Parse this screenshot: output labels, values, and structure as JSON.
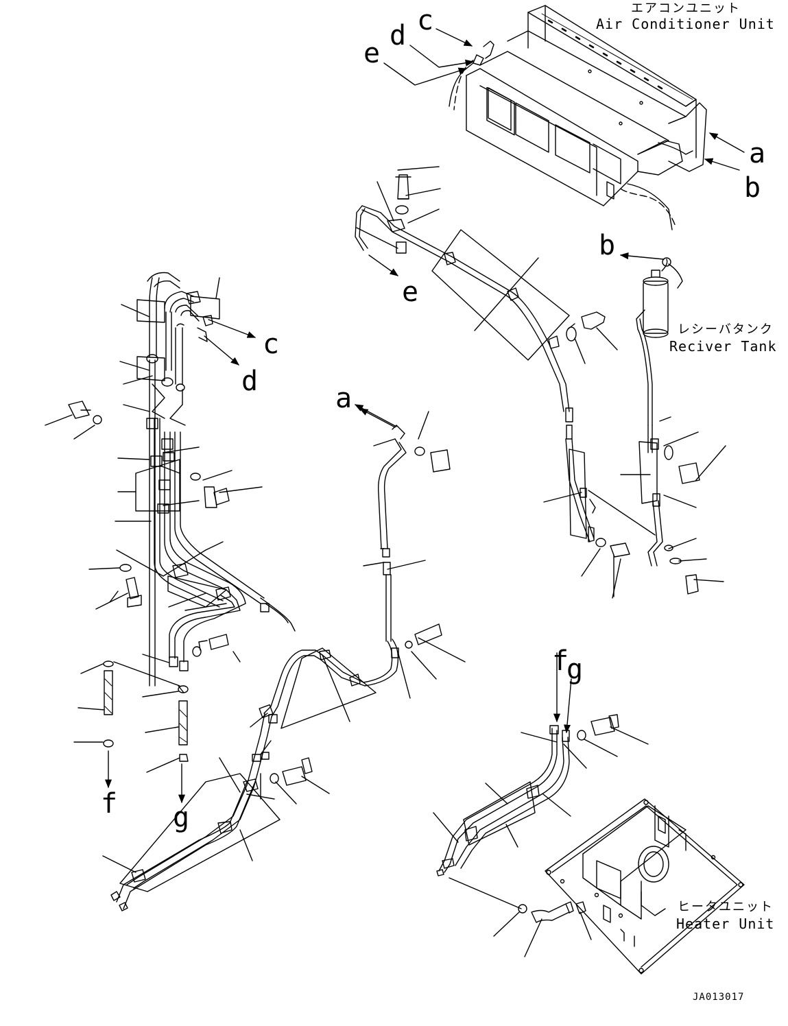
{
  "units": {
    "air_conditioner": {
      "jp": "エアコンユニット",
      "en": "Air Conditioner Unit"
    },
    "receiver_tank": {
      "jp": "レシーバタンク",
      "en": "Reciver Tank"
    },
    "heater": {
      "jp": "ヒータユニット",
      "en": "Heater Unit"
    }
  },
  "callouts": {
    "a1": "a",
    "b1": "b",
    "c1": "c",
    "d1": "d",
    "e1": "e",
    "b2": "b",
    "e2": "e",
    "c2": "c",
    "d2": "d",
    "a2": "a",
    "f1": "f",
    "g1": "g",
    "f2": "f",
    "g2": "g"
  },
  "document_id": "JA013017"
}
